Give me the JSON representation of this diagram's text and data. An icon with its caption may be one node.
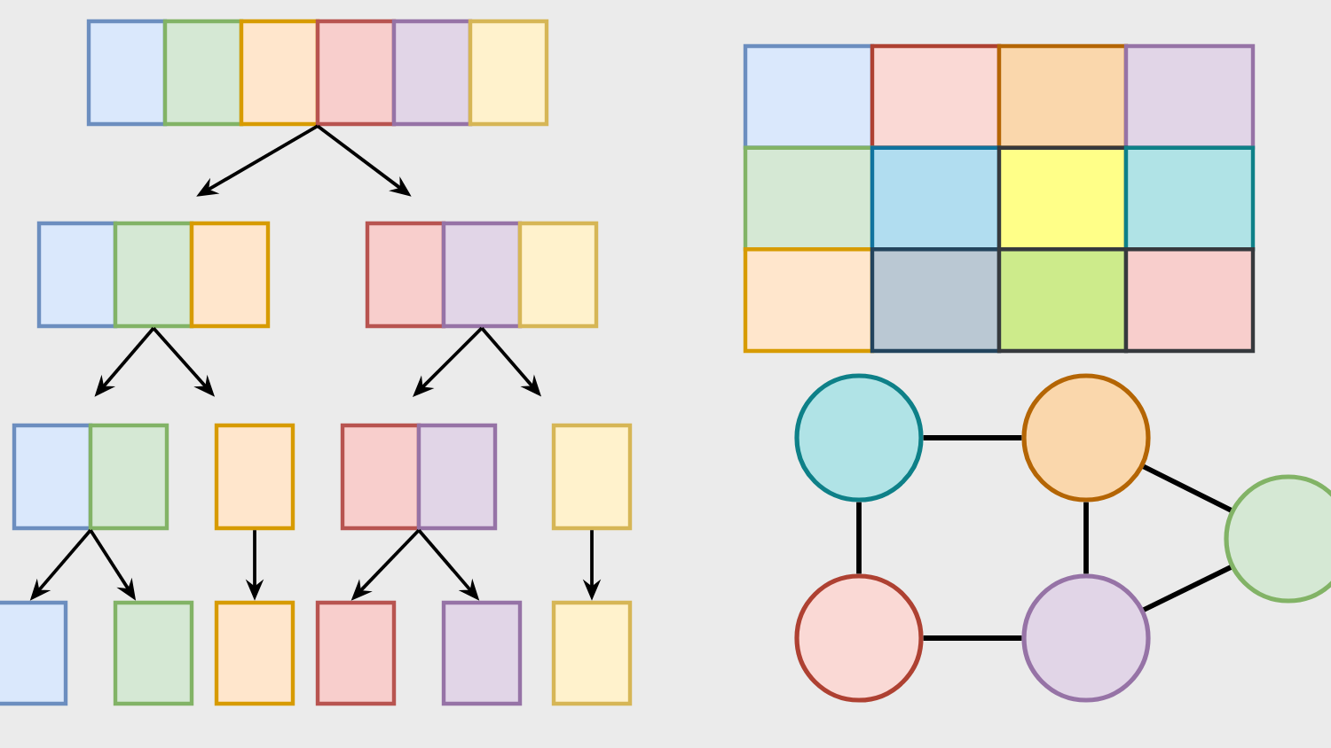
{
  "diagram": {
    "nodes": [
      {
        "text": [],
        "shape": "box"
      },
      {
        "text": [],
        "shape": "box",
        "in": 0
      },
      {
        "text": [],
        "shape": "box",
        "in": 0
      },
      {
        "text": [],
        "shape": "box",
        "in": 0
      },
      {
        "text": [],
        "shape": "box",
        "in": 0
      },
      {
        "text": [],
        "shape": "box",
        "in": 0
      },
      {
        "text": [],
        "shape": "box",
        "in": 0
      },
      {
        "text": [],
        "shape": "box"
      },
      {
        "text": [],
        "shape": "box",
        "in": 7
      },
      {
        "text": [],
        "shape": "box",
        "in": 7
      },
      {
        "text": [],
        "shape": "box",
        "in": 7
      },
      {
        "text": [],
        "shape": "box"
      },
      {
        "text": [],
        "shape": "box",
        "in": 11
      },
      {
        "text": [],
        "shape": "box",
        "in": 11
      },
      {
        "text": [],
        "shape": "box",
        "in": 11
      },
      {
        "text": [],
        "shape": "box"
      },
      {
        "text": [],
        "shape": "box",
        "in": 15
      },
      {
        "text": [],
        "shape": "box",
        "in": 15
      },
      {
        "text": [],
        "shape": "box"
      },
      {
        "text": [],
        "shape": "box"
      },
      {
        "text": [],
        "shape": "box",
        "in": 19
      },
      {
        "text": [],
        "shape": "box",
        "in": 19
      },
      {
        "text": [],
        "shape": "box"
      },
      {
        "text": [],
        "shape": "box"
      },
      {
        "text": [],
        "shape": "box"
      },
      {
        "text": [],
        "shape": "box"
      },
      {
        "text": [],
        "shape": "box"
      },
      {
        "text": [],
        "shape": "box"
      },
      {
        "text": [],
        "shape": "box"
      },
      {
        "text": [],
        "shape": "box"
      },
      {
        "text": [],
        "shape": "box",
        "in": 29
      },
      {
        "text": [],
        "shape": "box",
        "in": 29
      },
      {
        "text": [],
        "shape": "box",
        "in": 29
      },
      {
        "text": [],
        "shape": "box",
        "in": 29
      },
      {
        "text": [],
        "shape": "box",
        "in": 29
      },
      {
        "text": [],
        "shape": "box",
        "in": 29
      },
      {
        "text": [],
        "shape": "box",
        "in": 29
      },
      {
        "text": [],
        "shape": "box",
        "in": 29
      },
      {
        "text": [],
        "shape": "box",
        "in": 29
      },
      {
        "text": [],
        "shape": "box",
        "in": 29
      },
      {
        "text": [],
        "shape": "box",
        "in": 29
      },
      {
        "text": [],
        "shape": "box",
        "in": 29
      },
      {
        "text": [],
        "shape": "circle"
      },
      {
        "text": [],
        "shape": "circle"
      },
      {
        "text": [],
        "shape": "circle"
      },
      {
        "text": [],
        "shape": "circle"
      },
      {
        "text": [],
        "shape": "circle"
      }
    ],
    "edges": [
      {
        "from": 0,
        "to": 7,
        "arrow": "to"
      },
      {
        "from": 0,
        "to": 11,
        "arrow": "to"
      },
      {
        "from": 7,
        "to": 15,
        "arrow": "to"
      },
      {
        "from": 7,
        "to": 18,
        "arrow": "to"
      },
      {
        "from": 11,
        "to": 19,
        "arrow": "to"
      },
      {
        "from": 11,
        "to": 22,
        "arrow": "to"
      },
      {
        "from": 15,
        "to": 23,
        "arrow": "to"
      },
      {
        "from": 15,
        "to": 24,
        "arrow": "to"
      },
      {
        "from": 18,
        "to": 25,
        "arrow": "to"
      },
      {
        "from": 19,
        "to": 26,
        "arrow": "to"
      },
      {
        "from": 19,
        "to": 27,
        "arrow": "to"
      },
      {
        "from": 22,
        "to": 28,
        "arrow": "to"
      },
      {
        "from": 42,
        "to": 43,
        "arrow": "none"
      },
      {
        "from": 42,
        "to": 45,
        "arrow": "none"
      },
      {
        "from": 43,
        "to": 46,
        "arrow": "none"
      },
      {
        "from": 45,
        "to": 46,
        "arrow": "none"
      },
      {
        "from": 43,
        "to": 44,
        "arrow": "none"
      },
      {
        "from": 46,
        "to": 44,
        "arrow": "none"
      }
    ]
  }
}
